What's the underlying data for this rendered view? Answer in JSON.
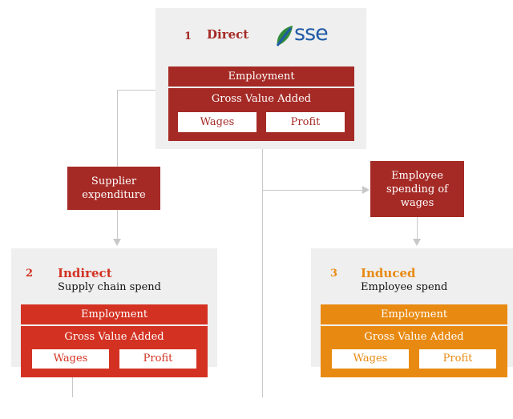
{
  "colors": {
    "direct_bar": "#a52a25",
    "indirect_bar": "#d33222",
    "induced_bar": "#e88a12",
    "panel": "#efefef",
    "connector": "#c8c8c8",
    "logo": "#1f5aa6"
  },
  "direct": {
    "number": "1",
    "title": "Direct",
    "logo_text": "sse",
    "employment": "Employment",
    "gva": "Gross Value Added",
    "wages": "Wages",
    "profit": "Profit"
  },
  "indirect": {
    "number": "2",
    "title": "Indirect",
    "subtitle": "Supply chain spend",
    "employment": "Employment",
    "gva": "Gross Value Added",
    "wages": "Wages",
    "profit": "Profit"
  },
  "induced": {
    "number": "3",
    "title": "Induced",
    "subtitle": "Employee spend",
    "employment": "Employment",
    "gva": "Gross Value Added",
    "wages": "Wages",
    "profit": "Profit"
  },
  "flows": {
    "supplier": [
      "Supplier",
      "expenditure"
    ],
    "employee": [
      "Employee",
      "spending of",
      "wages"
    ]
  }
}
